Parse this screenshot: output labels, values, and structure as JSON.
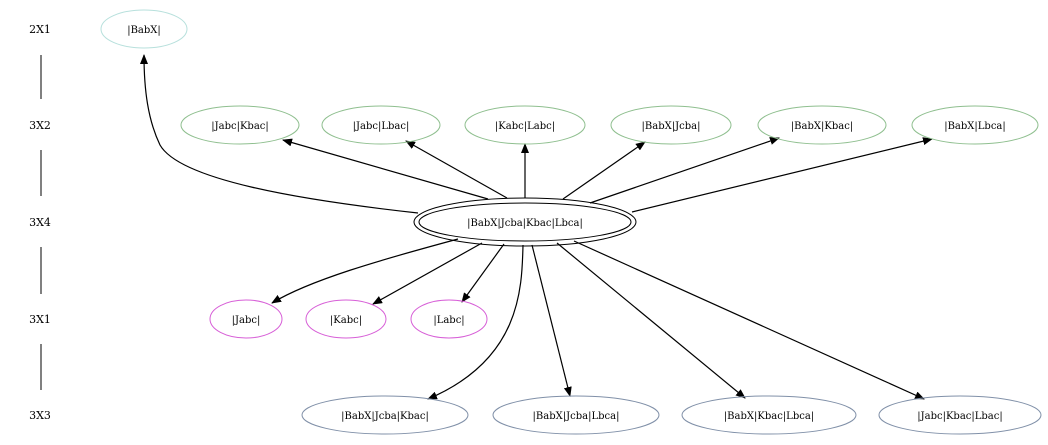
{
  "rank_labels": {
    "r1": "2X1",
    "r2": "3X2",
    "r3": "3X4",
    "r4": "3X1",
    "r5": "3X3"
  },
  "nodes": {
    "babx": "|BabX|",
    "jabc_kbac": "|Jabc|Kbac|",
    "jabc_lbac": "|Jabc|Lbac|",
    "kabc_labc": "|Kabc|Labc|",
    "babx_jcba": "|BabX|Jcba|",
    "babx_kbac": "|BabX|Kbac|",
    "babx_lbca": "|BabX|Lbca|",
    "center": "|BabX|Jcba|Kbac|Lbca|",
    "jabc": "|Jabc|",
    "kabc": "|Kabc|",
    "labc": "|Labc|",
    "babx_jcba_kbac": "|BabX|Jcba|Kbac|",
    "babx_jcba_lbca": "|BabX|Jcba|Lbca|",
    "babx_kbac_lbca": "|BabX|Kbac|Lbca|",
    "jabc_kbac_lbac": "|Jabc|Kbac|Lbac|"
  },
  "colors": {
    "rank_2x1": "#b7e0dc",
    "rank_3x2": "#8fbf8f",
    "rank_3x1": "#d75fd7",
    "rank_3x3": "#8090a8",
    "center": "#000000",
    "edge": "#000000"
  }
}
